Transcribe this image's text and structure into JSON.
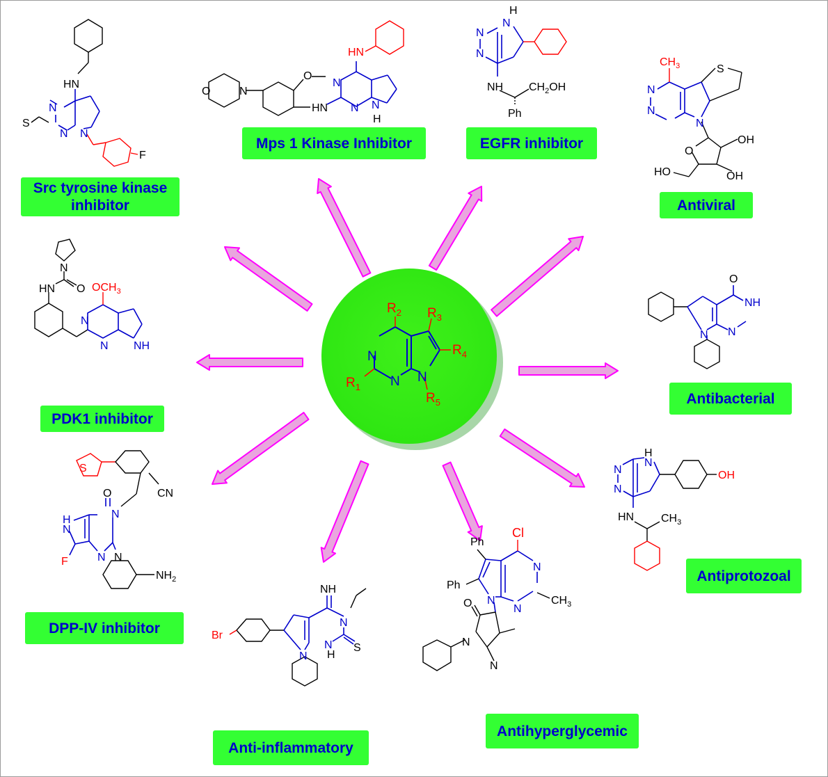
{
  "center": {
    "substituents": [
      "R",
      "R",
      "R",
      "R",
      "R"
    ],
    "subscripts": [
      "1",
      "2",
      "3",
      "4",
      "5"
    ],
    "ring_atoms": [
      "N",
      "N",
      "N"
    ]
  },
  "labels": {
    "src": "Src tyrosine kinase inhibitor",
    "mps1": "Mps 1 Kinase Inhibitor",
    "egfr": "EGFR inhibitor",
    "antiviral": "Antiviral",
    "pdk1": "PDK1 inhibitor",
    "antibacterial": "Antibacterial",
    "dpp4": "DPP-IV inhibitor",
    "antiprotozoal": "Antiprotozoal",
    "antiinflammatory": "Anti-inflammatory",
    "antihyperglycemic": "Antihyperglycemic"
  },
  "atoms": {
    "src": [
      "HN",
      "N",
      "N",
      "N",
      "S",
      "F"
    ],
    "mps1": [
      "HN",
      "O",
      "N",
      "O",
      "HN",
      "N",
      "N",
      "N",
      "H"
    ],
    "egfr": [
      "N",
      "N",
      "N",
      "H",
      "NH",
      "CH",
      "OH",
      "2",
      "Ph"
    ],
    "antiviral": [
      "CH",
      "3",
      "S",
      "N",
      "N",
      "N",
      "O",
      "OH",
      "OH",
      "HO"
    ],
    "pdk1": [
      "N",
      "O",
      "HN",
      "OCH",
      "3",
      "N",
      "N",
      "NH"
    ],
    "antibacterial": [
      "O",
      "NH",
      "N",
      "N"
    ],
    "dpp4": [
      "S",
      "CN",
      "O",
      "H",
      "N",
      "N",
      "N",
      "N",
      "F",
      "NH",
      "2"
    ],
    "antiprotozoal": [
      "N",
      "H",
      "N",
      "N",
      "OH",
      "HN",
      "CH",
      "3"
    ],
    "antiinflammatory": [
      "NH",
      "N",
      "N",
      "N",
      "H",
      "S",
      "Br"
    ],
    "antihyperglycemic": [
      "Ph",
      "Cl",
      "Ph",
      "N",
      "N",
      "N",
      "CH",
      "3",
      "O",
      "N",
      "N"
    ]
  },
  "colors": {
    "label_bg": "#33ff33",
    "label_text": "#0000cc",
    "core": "#0000cc",
    "highlight": "#ff0000",
    "arrow_fill": "#e9a6de",
    "arrow_stroke": "#ff00ff",
    "circle": "#33ee11",
    "circle_shadow": "#a8d6a8"
  }
}
